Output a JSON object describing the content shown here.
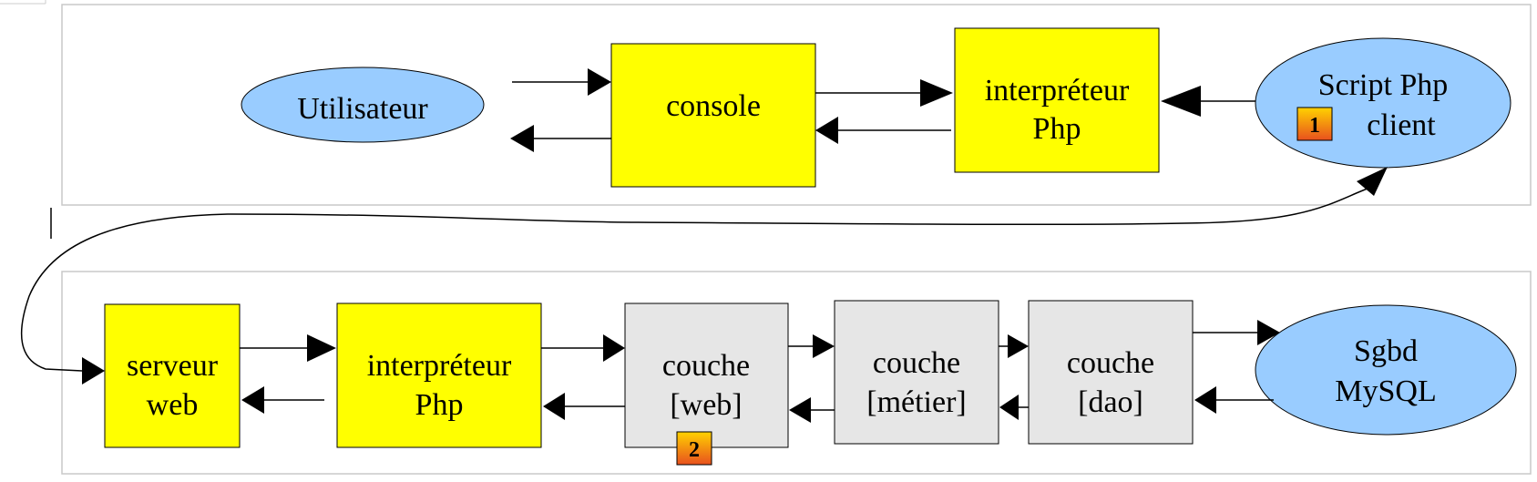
{
  "nodes": {
    "utilisateur": {
      "lines": [
        "Utilisateur"
      ]
    },
    "console": {
      "lines": [
        "console"
      ]
    },
    "interp_top": {
      "lines": [
        "interpréteur",
        "Php"
      ]
    },
    "script_client": {
      "lines": [
        "Script Php",
        "client"
      ]
    },
    "serveur_web": {
      "lines": [
        "serveur",
        "web"
      ]
    },
    "interp_bottom": {
      "lines": [
        "interpréteur",
        "Php"
      ]
    },
    "couche_web": {
      "lines": [
        "couche",
        "[web]"
      ]
    },
    "couche_metier": {
      "lines": [
        "couche",
        "[métier]"
      ]
    },
    "couche_dao": {
      "lines": [
        "couche",
        "[dao]"
      ]
    },
    "sgbd": {
      "lines": [
        "Sgbd",
        "MySQL"
      ]
    }
  },
  "badges": {
    "one": "1",
    "two": "2"
  },
  "colors": {
    "yellow_box": "#ffff00",
    "gray_box": "#e6e6e6",
    "ellipse": "#99ccff",
    "badge_top": "#ffd200",
    "badge_bottom": "#e8501e",
    "panel_border": "#c8c8c8"
  }
}
